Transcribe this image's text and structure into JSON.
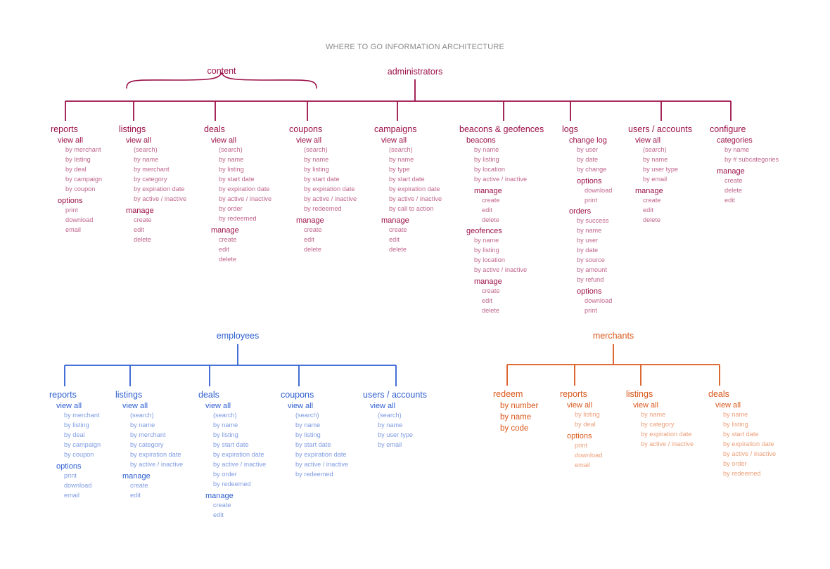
{
  "title": "WHERE TO GO INFORMATION ARCHITECTURE",
  "colors": {
    "administrators": "#9b1048",
    "employees": "#2f5fd0",
    "merchants": "#d9581b"
  },
  "content_label": "content",
  "administrators": {
    "label": "administrators",
    "columns": [
      {
        "items": [
          {
            "t": "reports",
            "lv": 0
          },
          {
            "t": "view all",
            "lv": 1
          },
          {
            "t": "by merchant",
            "lv": 2
          },
          {
            "t": "by listing",
            "lv": 2
          },
          {
            "t": "by deal",
            "lv": 2
          },
          {
            "t": "by campaign",
            "lv": 2
          },
          {
            "t": "by coupon",
            "lv": 2
          },
          {
            "t": "options",
            "lv": 1
          },
          {
            "t": "print",
            "lv": 2
          },
          {
            "t": "download",
            "lv": 2
          },
          {
            "t": "email",
            "lv": 2
          }
        ]
      },
      {
        "items": [
          {
            "t": "listings",
            "lv": 0
          },
          {
            "t": "view all",
            "lv": 1
          },
          {
            "t": "(search)",
            "lv": 2
          },
          {
            "t": "by name",
            "lv": 2
          },
          {
            "t": "by merchant",
            "lv": 2
          },
          {
            "t": "by category",
            "lv": 2
          },
          {
            "t": "by expiration date",
            "lv": 2
          },
          {
            "t": "by active / inactive",
            "lv": 2
          },
          {
            "t": "manage",
            "lv": 1
          },
          {
            "t": "create",
            "lv": 2
          },
          {
            "t": "edit",
            "lv": 2
          },
          {
            "t": "delete",
            "lv": 2
          }
        ]
      },
      {
        "items": [
          {
            "t": "deals",
            "lv": 0
          },
          {
            "t": "view all",
            "lv": 1
          },
          {
            "t": "(search)",
            "lv": 2
          },
          {
            "t": "by name",
            "lv": 2
          },
          {
            "t": "by listing",
            "lv": 2
          },
          {
            "t": "by start date",
            "lv": 2
          },
          {
            "t": "by expiration date",
            "lv": 2
          },
          {
            "t": "by active / inactive",
            "lv": 2
          },
          {
            "t": "by order",
            "lv": 2
          },
          {
            "t": "by redeemed",
            "lv": 2
          },
          {
            "t": "manage",
            "lv": 1
          },
          {
            "t": "create",
            "lv": 2
          },
          {
            "t": "edit",
            "lv": 2
          },
          {
            "t": "delete",
            "lv": 2
          }
        ]
      },
      {
        "items": [
          {
            "t": "coupons",
            "lv": 0
          },
          {
            "t": "view all",
            "lv": 1
          },
          {
            "t": "(search)",
            "lv": 2
          },
          {
            "t": "by name",
            "lv": 2
          },
          {
            "t": "by listing",
            "lv": 2
          },
          {
            "t": "by start date",
            "lv": 2
          },
          {
            "t": "by expiration date",
            "lv": 2
          },
          {
            "t": "by active / inactive",
            "lv": 2
          },
          {
            "t": "by redeemed",
            "lv": 2
          },
          {
            "t": "manage",
            "lv": 1
          },
          {
            "t": "create",
            "lv": 2
          },
          {
            "t": "edit",
            "lv": 2
          },
          {
            "t": "delete",
            "lv": 2
          }
        ]
      },
      {
        "items": [
          {
            "t": "campaigns",
            "lv": 0
          },
          {
            "t": "view all",
            "lv": 1
          },
          {
            "t": "(search)",
            "lv": 2
          },
          {
            "t": "by name",
            "lv": 2
          },
          {
            "t": "by type",
            "lv": 2
          },
          {
            "t": "by start date",
            "lv": 2
          },
          {
            "t": "by expiration date",
            "lv": 2
          },
          {
            "t": "by active / inactive",
            "lv": 2
          },
          {
            "t": "by call to action",
            "lv": 2
          },
          {
            "t": "manage",
            "lv": 1
          },
          {
            "t": "create",
            "lv": 2
          },
          {
            "t": "edit",
            "lv": 2
          },
          {
            "t": "delete",
            "lv": 2
          }
        ]
      },
      {
        "items": [
          {
            "t": "beacons & geofences",
            "lv": 0
          },
          {
            "t": "beacons",
            "lv": 1
          },
          {
            "t": "by name",
            "lv": 2
          },
          {
            "t": "by listing",
            "lv": 2
          },
          {
            "t": "by location",
            "lv": 2
          },
          {
            "t": "by active / inactive",
            "lv": 2
          },
          {
            "t": "manage",
            "lv": 1,
            "ind": 1
          },
          {
            "t": "create",
            "lv": 2,
            "ind": 1
          },
          {
            "t": "edit",
            "lv": 2,
            "ind": 1
          },
          {
            "t": "delete",
            "lv": 2,
            "ind": 1
          },
          {
            "t": "geofences",
            "lv": 1
          },
          {
            "t": "by name",
            "lv": 2
          },
          {
            "t": "by listing",
            "lv": 2
          },
          {
            "t": "by location",
            "lv": 2
          },
          {
            "t": "by active / inactive",
            "lv": 2
          },
          {
            "t": "manage",
            "lv": 1,
            "ind": 1
          },
          {
            "t": "create",
            "lv": 2,
            "ind": 1
          },
          {
            "t": "edit",
            "lv": 2,
            "ind": 1
          },
          {
            "t": "delete",
            "lv": 2,
            "ind": 1
          }
        ]
      },
      {
        "items": [
          {
            "t": "logs",
            "lv": 0
          },
          {
            "t": "change log",
            "lv": 1
          },
          {
            "t": "by user",
            "lv": 2
          },
          {
            "t": "by date",
            "lv": 2
          },
          {
            "t": "by change",
            "lv": 2
          },
          {
            "t": "options",
            "lv": 1,
            "ind": 1
          },
          {
            "t": "download",
            "lv": 2,
            "ind": 1
          },
          {
            "t": "print",
            "lv": 2,
            "ind": 1
          },
          {
            "t": "orders",
            "lv": 1
          },
          {
            "t": "by success",
            "lv": 2
          },
          {
            "t": "by name",
            "lv": 2
          },
          {
            "t": "by user",
            "lv": 2
          },
          {
            "t": "by date",
            "lv": 2
          },
          {
            "t": "by source",
            "lv": 2
          },
          {
            "t": "by amount",
            "lv": 2
          },
          {
            "t": "by refund",
            "lv": 2
          },
          {
            "t": "options",
            "lv": 1,
            "ind": 1
          },
          {
            "t": "download",
            "lv": 2,
            "ind": 1
          },
          {
            "t": "print",
            "lv": 2,
            "ind": 1
          }
        ]
      },
      {
        "items": [
          {
            "t": "users / accounts",
            "lv": 0
          },
          {
            "t": "view all",
            "lv": 1
          },
          {
            "t": "(search)",
            "lv": 2
          },
          {
            "t": "by name",
            "lv": 2
          },
          {
            "t": "by user type",
            "lv": 2
          },
          {
            "t": "by email",
            "lv": 2
          },
          {
            "t": "manage",
            "lv": 1
          },
          {
            "t": "create",
            "lv": 2
          },
          {
            "t": "edit",
            "lv": 2
          },
          {
            "t": "delete",
            "lv": 2
          }
        ]
      },
      {
        "items": [
          {
            "t": "configure",
            "lv": 0
          },
          {
            "t": "categories",
            "lv": 1
          },
          {
            "t": "by name",
            "lv": 2
          },
          {
            "t": "by # subcategories",
            "lv": 2
          },
          {
            "t": "manage",
            "lv": 1
          },
          {
            "t": "create",
            "lv": 2
          },
          {
            "t": "delete",
            "lv": 2
          },
          {
            "t": "edit",
            "lv": 2
          }
        ]
      }
    ]
  },
  "employees": {
    "label": "employees",
    "columns": [
      {
        "items": [
          {
            "t": "reports",
            "lv": 0
          },
          {
            "t": "view all",
            "lv": 1
          },
          {
            "t": "by merchant",
            "lv": 2
          },
          {
            "t": "by listing",
            "lv": 2
          },
          {
            "t": "by deal",
            "lv": 2
          },
          {
            "t": "by campaign",
            "lv": 2
          },
          {
            "t": "by coupon",
            "lv": 2
          },
          {
            "t": "options",
            "lv": 1
          },
          {
            "t": "print",
            "lv": 2
          },
          {
            "t": "download",
            "lv": 2
          },
          {
            "t": "email",
            "lv": 2
          }
        ]
      },
      {
        "items": [
          {
            "t": "listings",
            "lv": 0
          },
          {
            "t": "view all",
            "lv": 1
          },
          {
            "t": "(search)",
            "lv": 2
          },
          {
            "t": "by name",
            "lv": 2
          },
          {
            "t": "by merchant",
            "lv": 2
          },
          {
            "t": "by category",
            "lv": 2
          },
          {
            "t": "by expiration date",
            "lv": 2
          },
          {
            "t": "by active / inactive",
            "lv": 2
          },
          {
            "t": "manage",
            "lv": 1
          },
          {
            "t": "create",
            "lv": 2
          },
          {
            "t": "edit",
            "lv": 2
          }
        ]
      },
      {
        "items": [
          {
            "t": "deals",
            "lv": 0
          },
          {
            "t": "view all",
            "lv": 1
          },
          {
            "t": "(search)",
            "lv": 2
          },
          {
            "t": "by name",
            "lv": 2
          },
          {
            "t": "by listing",
            "lv": 2
          },
          {
            "t": "by start date",
            "lv": 2
          },
          {
            "t": "by expiration date",
            "lv": 2
          },
          {
            "t": "by active / inactive",
            "lv": 2
          },
          {
            "t": "by order",
            "lv": 2
          },
          {
            "t": "by redeemed",
            "lv": 2
          },
          {
            "t": "manage",
            "lv": 1
          },
          {
            "t": "create",
            "lv": 2
          },
          {
            "t": "edit",
            "lv": 2
          }
        ]
      },
      {
        "items": [
          {
            "t": "coupons",
            "lv": 0
          },
          {
            "t": "view all",
            "lv": 1
          },
          {
            "t": "(search)",
            "lv": 2
          },
          {
            "t": "by name",
            "lv": 2
          },
          {
            "t": "by listing",
            "lv": 2
          },
          {
            "t": "by start date",
            "lv": 2
          },
          {
            "t": "by expiration date",
            "lv": 2
          },
          {
            "t": "by active / inactive",
            "lv": 2
          },
          {
            "t": "by redeemed",
            "lv": 2
          }
        ]
      },
      {
        "items": [
          {
            "t": "users / accounts",
            "lv": 0
          },
          {
            "t": "view all",
            "lv": 1
          },
          {
            "t": "(search)",
            "lv": 2
          },
          {
            "t": "by name",
            "lv": 2
          },
          {
            "t": "by user type",
            "lv": 2
          },
          {
            "t": "by email",
            "lv": 2
          }
        ]
      }
    ]
  },
  "merchants": {
    "label": "merchants",
    "columns": [
      {
        "items": [
          {
            "t": "redeem",
            "lv": 0
          },
          {
            "t": "by number",
            "lv": 1
          },
          {
            "t": "by name",
            "lv": 1
          },
          {
            "t": "by code",
            "lv": 1
          }
        ]
      },
      {
        "items": [
          {
            "t": "reports",
            "lv": 0
          },
          {
            "t": "view all",
            "lv": 1
          },
          {
            "t": "by listing",
            "lv": 2
          },
          {
            "t": "by deal",
            "lv": 2
          },
          {
            "t": "options",
            "lv": 1
          },
          {
            "t": "print",
            "lv": 2
          },
          {
            "t": "download",
            "lv": 2
          },
          {
            "t": "email",
            "lv": 2
          }
        ]
      },
      {
        "items": [
          {
            "t": "listings",
            "lv": 0
          },
          {
            "t": "view all",
            "lv": 1
          },
          {
            "t": "by name",
            "lv": 2
          },
          {
            "t": "by category",
            "lv": 2
          },
          {
            "t": "by expiration date",
            "lv": 2
          },
          {
            "t": "by active / inactive",
            "lv": 2
          }
        ]
      },
      {
        "items": [
          {
            "t": "deals",
            "lv": 0
          },
          {
            "t": "view all",
            "lv": 1
          },
          {
            "t": "by name",
            "lv": 2
          },
          {
            "t": "by listing",
            "lv": 2
          },
          {
            "t": "by start date",
            "lv": 2
          },
          {
            "t": "by expiration date",
            "lv": 2
          },
          {
            "t": "by active / inactive",
            "lv": 2
          },
          {
            "t": "by order",
            "lv": 2
          },
          {
            "t": "by redeemed",
            "lv": 2
          }
        ]
      }
    ]
  }
}
